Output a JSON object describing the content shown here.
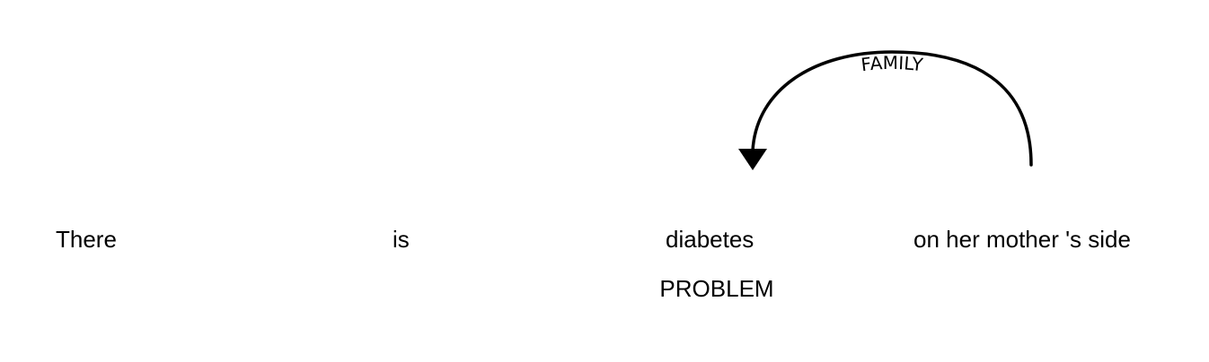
{
  "tokens": {
    "t1": "There",
    "t2": "is",
    "t3": "diabetes",
    "t4": "on her mother 's side"
  },
  "entity": {
    "label": "PROBLEM"
  },
  "relation": {
    "label": "FAMILY",
    "from": "on her mother 's side",
    "to": "diabetes"
  }
}
